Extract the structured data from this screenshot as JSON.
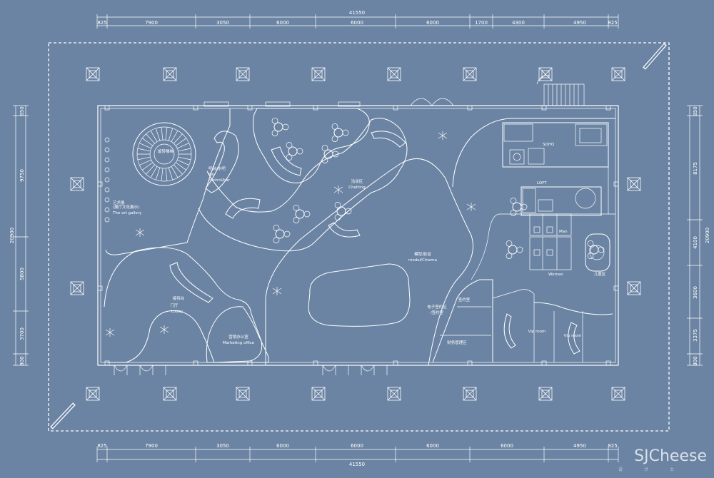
{
  "dimensions": {
    "top_total": "41550",
    "top_segments": [
      "825",
      "7900",
      "3050",
      "6000",
      "6000",
      "6000",
      "1700",
      "4300",
      "4950",
      "825"
    ],
    "bottom_segments": [
      "825",
      "7900",
      "3050",
      "6000",
      "6000",
      "6000",
      "6000",
      "4950",
      "825"
    ],
    "bottom_total": "41550",
    "left_segments": [
      "850",
      "9750",
      "5800",
      "3700",
      "800"
    ],
    "left_total": "20900",
    "right_segments": [
      "850",
      "8175",
      "4100",
      "3600",
      "3375",
      "800"
    ],
    "right_total": "20900"
  },
  "labels": {
    "art_gallery_cn1": "艺术展",
    "art_gallery_cn2": "(展厅文化展示)",
    "art_gallery_en": "The art gallery",
    "pin_cn": "吧台/水吧",
    "pin_en1": "Pin",
    "pin_en2": "control/bar",
    "chatting_cn": "洽谈区",
    "chatting_en": "Chatting",
    "model_cn": "模型/影音",
    "model_en": "model/Cinema",
    "lobby_cn": "门厅",
    "lobby_en": "Lobby",
    "reception_cn": "接待台",
    "marketing_cn": "营销办公室",
    "marketing_en": "Marketing office",
    "soho": "SOHO",
    "loft": "LOFT",
    "man": "Man",
    "woman": "Woman",
    "vip1": "Vip room",
    "vip2": "Vip room",
    "elec_cn1": "电子签约区",
    "elec_cn2": "/签约室",
    "sign_cn": "签约室",
    "finance_cn": "财务管理区",
    "kids_cn": "儿童区",
    "stair_cn": "旋转楼梯"
  },
  "watermark": {
    "brand": "SJCheese",
    "sub": "设 计 士"
  }
}
